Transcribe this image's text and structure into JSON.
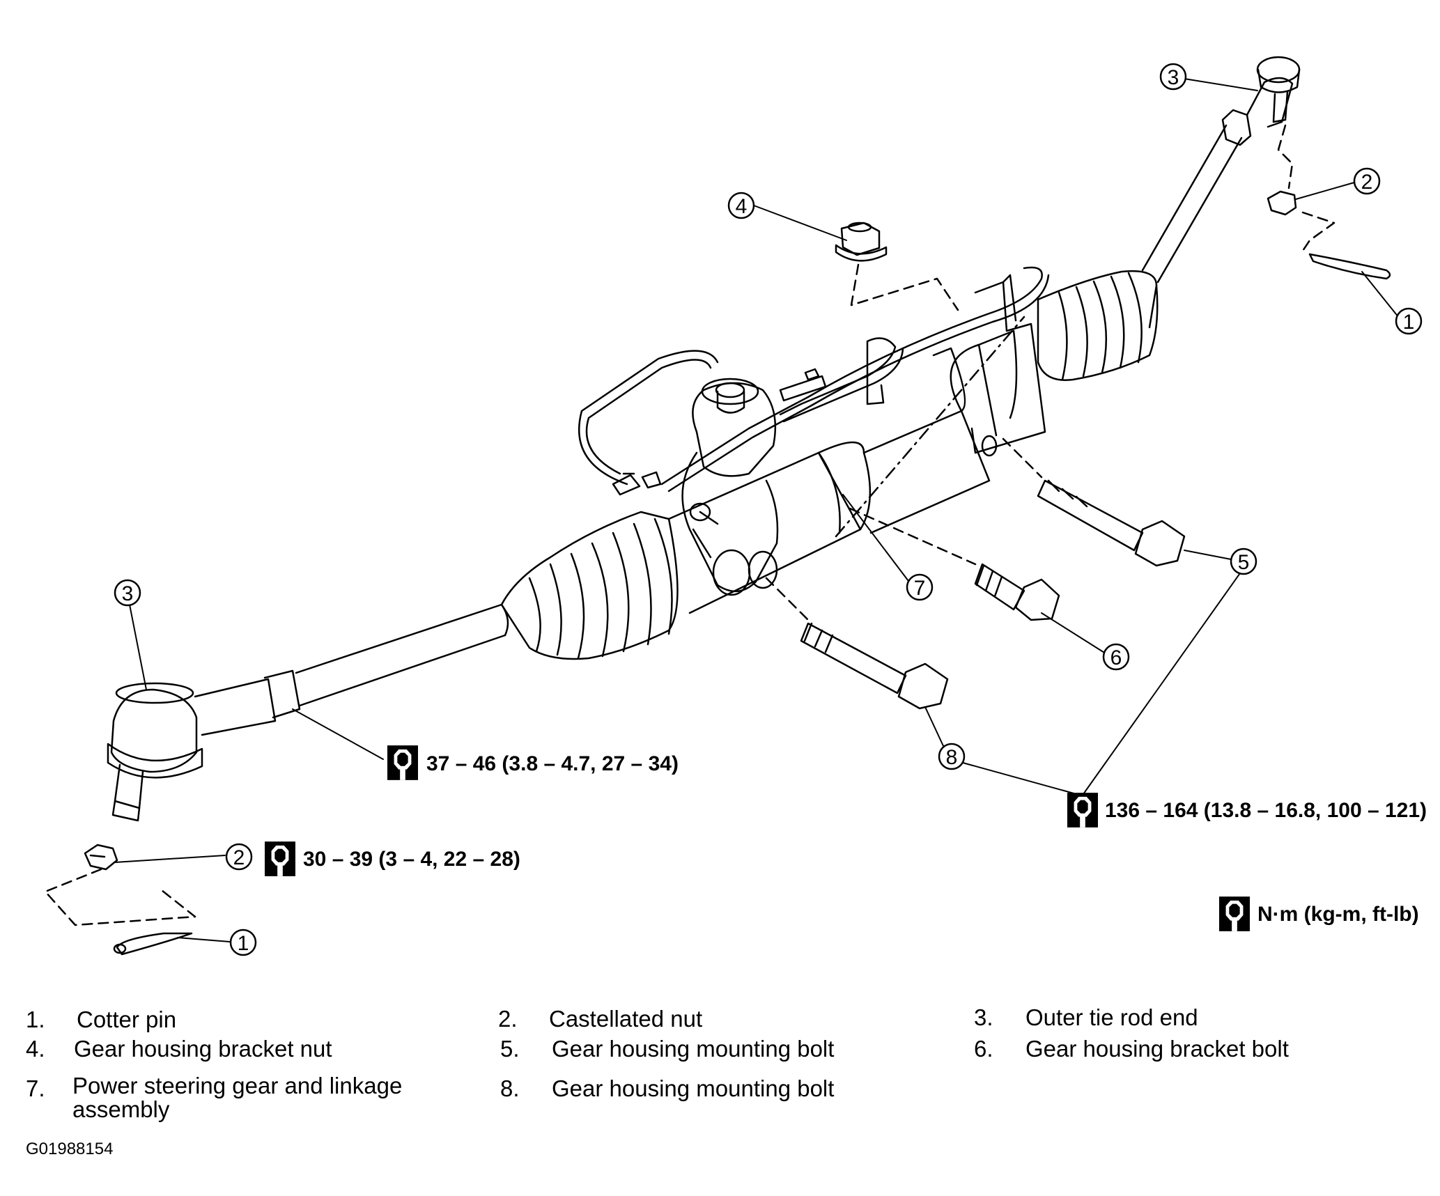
{
  "callouts": {
    "c1_right": "1",
    "c1_left": "1",
    "c2_right": "2",
    "c2_left": "2",
    "c3_right": "3",
    "c3_left": "3",
    "c4": "4",
    "c5": "5",
    "c6": "6",
    "c7": "7",
    "c8": "8"
  },
  "torque": {
    "tie_rod_locknut": "37 – 46 (3.8 – 4.7, 27 – 34)",
    "castellated_nut": "30 – 39 (3 – 4, 22 – 28)",
    "mounting_bolts": "136 – 164 (13.8 – 16.8, 100 – 121)",
    "units_key": "N·m (kg-m, ft-lb)",
    "icon": "torque-wrench-icon"
  },
  "legend": [
    {
      "num": "1.",
      "label": "Cotter pin"
    },
    {
      "num": "2.",
      "label": "Castellated nut"
    },
    {
      "num": "3.",
      "label": "Outer tie rod end"
    },
    {
      "num": "4.",
      "label": "Gear housing bracket nut"
    },
    {
      "num": "5.",
      "label": "Gear housing mounting bolt"
    },
    {
      "num": "6.",
      "label": "Gear housing bracket bolt"
    },
    {
      "num": "7.",
      "label": "Power steering gear and linkage assembly"
    },
    {
      "num": "8.",
      "label": "Gear housing mounting bolt"
    }
  ],
  "figure_code": "G01988154"
}
